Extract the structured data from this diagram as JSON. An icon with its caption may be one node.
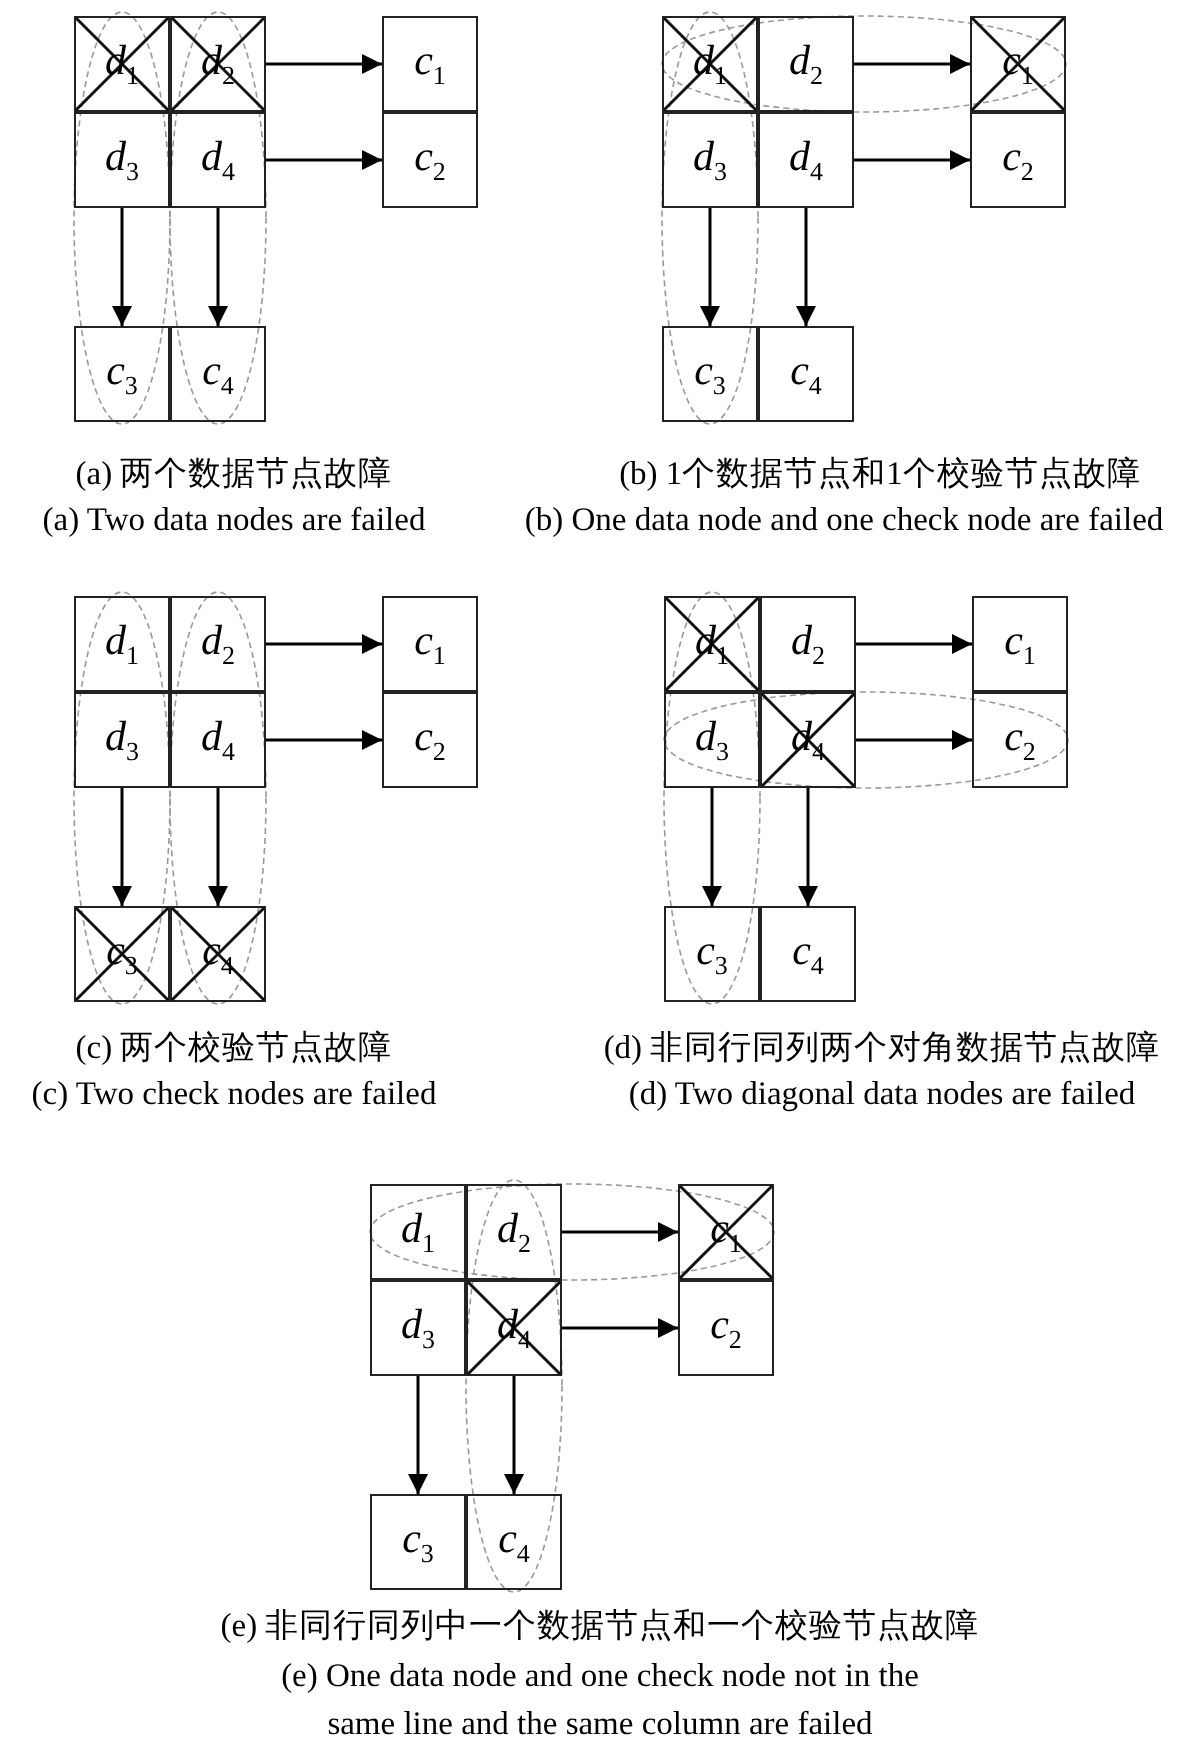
{
  "diagram": {
    "nodes": [
      {
        "text": [
          "*d*$_{1}$"
        ]
      },
      {
        "text": [
          "*d*$_{2}$"
        ]
      },
      {
        "text": [
          "*d*$_{3}$"
        ]
      },
      {
        "text": [
          "*d*$_{4}$"
        ]
      },
      {
        "text": [
          "*c*$_{1}$"
        ]
      },
      {
        "text": [
          "*c*$_{2}$"
        ]
      },
      {
        "text": [
          "*c*$_{3}$"
        ]
      },
      {
        "text": [
          "*c*$_{4}$"
        ]
      },
      {
        "text": [
          "*d*$_{1}$"
        ]
      },
      {
        "text": [
          "*d*$_{2}$"
        ]
      },
      {
        "text": [
          "*d*$_{3}$"
        ]
      },
      {
        "text": [
          "*d*$_{4}$"
        ]
      },
      {
        "text": [
          "*c*$_{1}$"
        ]
      },
      {
        "text": [
          "*c*$_{2}$"
        ]
      },
      {
        "text": [
          "*c*$_{3}$"
        ]
      },
      {
        "text": [
          "*c*$_{4}$"
        ]
      },
      {
        "text": [
          "*d*$_{1}$"
        ]
      },
      {
        "text": [
          "*d*$_{2}$"
        ]
      },
      {
        "text": [
          "*d*$_{3}$"
        ]
      },
      {
        "text": [
          "*d*$_{4}$"
        ]
      },
      {
        "text": [
          "*c*$_{1}$"
        ]
      },
      {
        "text": [
          "*c*$_{2}$"
        ]
      },
      {
        "text": [
          "*c*$_{3}$"
        ]
      },
      {
        "text": [
          "*c*$_{4}$"
        ]
      },
      {
        "text": [
          "*d*$_{1}$"
        ]
      },
      {
        "text": [
          "*d*$_{2}$"
        ]
      },
      {
        "text": [
          "*d*$_{3}$"
        ]
      },
      {
        "text": [
          "*d*$_{4}$"
        ]
      },
      {
        "text": [
          "*c*$_{1}$"
        ]
      },
      {
        "text": [
          "*c*$_{2}$"
        ]
      },
      {
        "text": [
          "*c*$_{3}$"
        ]
      },
      {
        "text": [
          "*c*$_{4}$"
        ]
      },
      {
        "text": [
          "*d*$_{1}$"
        ]
      },
      {
        "text": [
          "*d*$_{2}$"
        ]
      },
      {
        "text": [
          "*d*$_{3}$"
        ]
      },
      {
        "text": [
          "*d*$_{4}$"
        ]
      },
      {
        "text": [
          "*c*$_{1}$"
        ]
      },
      {
        "text": [
          "*c*$_{2}$"
        ]
      },
      {
        "text": [
          "*c*$_{3}$"
        ]
      },
      {
        "text": [
          "*c*$_{4}$"
        ]
      }
    ],
    "edges": [
      {
        "from": 1,
        "to": 4,
        "arrow": "to"
      },
      {
        "from": 3,
        "to": 5,
        "arrow": "to"
      },
      {
        "from": 2,
        "to": 6,
        "arrow": "to"
      },
      {
        "from": 3,
        "to": 7,
        "arrow": "to"
      },
      {
        "from": 9,
        "to": 12,
        "arrow": "to"
      },
      {
        "from": 11,
        "to": 13,
        "arrow": "to"
      },
      {
        "from": 10,
        "to": 14,
        "arrow": "to"
      },
      {
        "from": 11,
        "to": 15,
        "arrow": "to"
      },
      {
        "from": 17,
        "to": 20,
        "arrow": "to"
      },
      {
        "from": 19,
        "to": 21,
        "arrow": "to"
      },
      {
        "from": 18,
        "to": 22,
        "arrow": "to"
      },
      {
        "from": 19,
        "to": 23,
        "arrow": "to"
      },
      {
        "from": 25,
        "to": 28,
        "arrow": "to"
      },
      {
        "from": 27,
        "to": 29,
        "arrow": "to"
      },
      {
        "from": 26,
        "to": 30,
        "arrow": "to"
      },
      {
        "from": 27,
        "to": 31,
        "arrow": "to"
      },
      {
        "from": 33,
        "to": 36,
        "arrow": "to"
      },
      {
        "from": 35,
        "to": 37,
        "arrow": "to"
      },
      {
        "from": 34,
        "to": 38,
        "arrow": "to"
      },
      {
        "from": 35,
        "to": 39,
        "arrow": "to"
      }
    ],
    "labels": [
      "(a) 两个数据节点故障",
      "(b) 1个数据节点和1个校验节点故障",
      "(a) Two data nodes are failed",
      "(b) One data node and one check node are failed",
      "(c) 两个校验节点故障",
      "(d) 非同行同列两个对角数据节点故障",
      "(c) Two check nodes are failed",
      "(d) Two diagonal data nodes are failed",
      "(e) 非同行同列中一个数据节点和一个校验节点故障",
      "(e) One data node and one check node not in the same line and the same column are failed"
    ]
  }
}
